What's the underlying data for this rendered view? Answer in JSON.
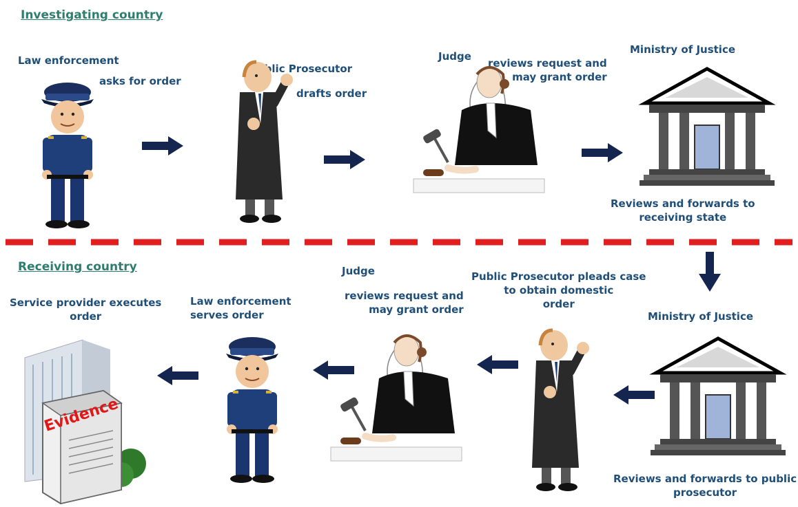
{
  "sections": {
    "top_title": "Investigating country",
    "bottom_title": "Receiving country"
  },
  "top": {
    "law_enforcement": "Law enforcement",
    "asks_for_order": "asks for order",
    "public_prosecutor": "Public Prosecutor",
    "drafts_order": "drafts order",
    "judge": "Judge",
    "judge_reviews": "reviews request and\nmay grant order",
    "ministry": "Ministry of Justice",
    "ministry_forwards": "Reviews and forwards to\nreceiving state"
  },
  "bottom": {
    "service_provider": "Service provider executes\norder",
    "law_enforcement_serves": "Law enforcement\nserves order",
    "judge": "Judge",
    "judge_reviews": "reviews request and\nmay grant order",
    "prosecutor_pleads": "Public Prosecutor pleads case\nto obtain domestic\norder",
    "ministry": "Ministry of Justice",
    "ministry_forwards": "Reviews and forwards to public\nprosecutor",
    "evidence": "Evidence"
  },
  "colors": {
    "label_text": "#1f4e79",
    "section_title": "#2e7d6f",
    "arrow": "#14264f",
    "divider": "#e02020"
  },
  "icons": [
    "police-officer-icon",
    "prosecutor-icon",
    "judge-icon",
    "courthouse-icon",
    "server-evidence-icon",
    "arrow-icon"
  ]
}
